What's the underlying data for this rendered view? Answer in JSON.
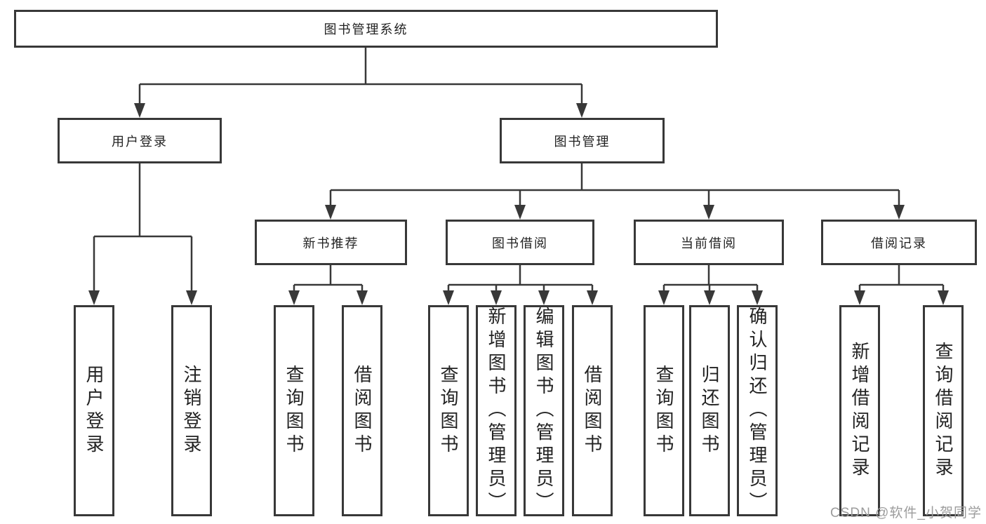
{
  "tree": {
    "label": "图书管理系统",
    "children": [
      {
        "label": "用户登录",
        "children": [
          {
            "label": "用户登录"
          },
          {
            "label": "注销登录"
          }
        ]
      },
      {
        "label": "图书管理",
        "children": [
          {
            "label": "新书推荐",
            "children": [
              {
                "label": "查询图书"
              },
              {
                "label": "借阅图书"
              }
            ]
          },
          {
            "label": "图书借阅",
            "children": [
              {
                "label": "查询图书"
              },
              {
                "label": "新增图书（管理员）"
              },
              {
                "label": "编辑图书（管理员）"
              },
              {
                "label": "借阅图书"
              }
            ]
          },
          {
            "label": "当前借阅",
            "children": [
              {
                "label": "查询图书"
              },
              {
                "label": "归还图书"
              },
              {
                "label": "确认归还（管理员）"
              }
            ]
          },
          {
            "label": "借阅记录",
            "children": [
              {
                "label": "新增借阅记录"
              },
              {
                "label": "查询借阅记录"
              }
            ]
          }
        ]
      }
    ]
  },
  "watermark": "CSDN @软件_小贺同学",
  "colors": {
    "line": "#383838",
    "text": "#222222",
    "watermark": "#9c9c9c"
  }
}
